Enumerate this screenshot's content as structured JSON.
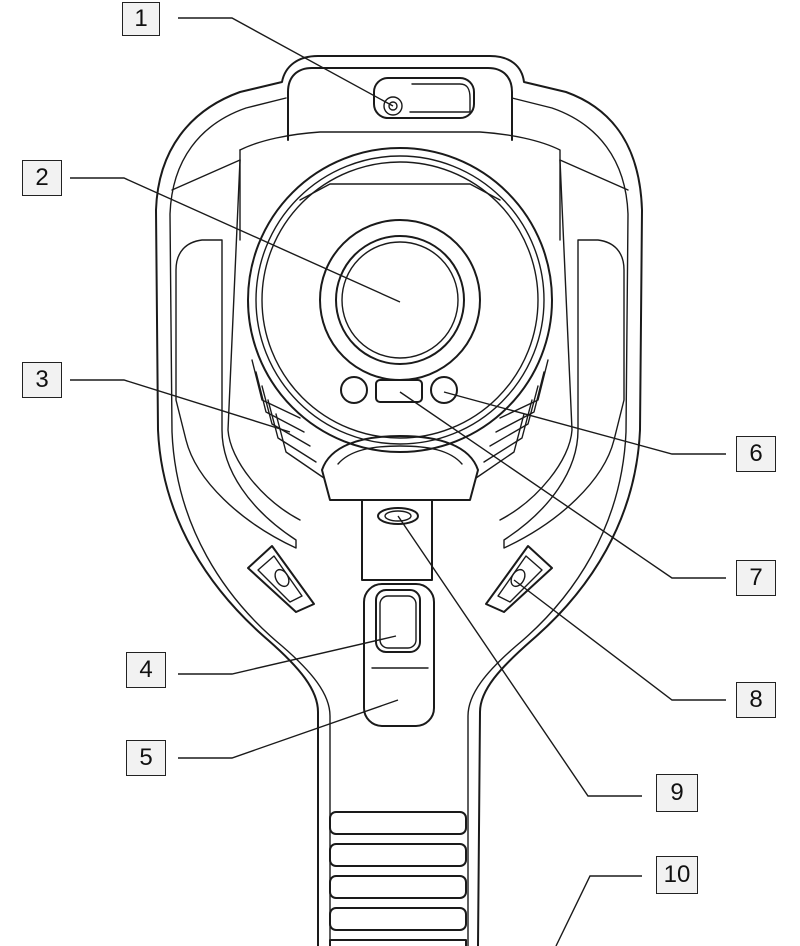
{
  "callouts": [
    {
      "id": "c1",
      "label": "1"
    },
    {
      "id": "c2",
      "label": "2"
    },
    {
      "id": "c3",
      "label": "3"
    },
    {
      "id": "c4",
      "label": "4"
    },
    {
      "id": "c5",
      "label": "5"
    },
    {
      "id": "c6",
      "label": "6"
    },
    {
      "id": "c7",
      "label": "7"
    },
    {
      "id": "c8",
      "label": "8"
    },
    {
      "id": "c9",
      "label": "9"
    },
    {
      "id": "c10",
      "label": "10"
    }
  ],
  "colors": {
    "line": "#1a1a1a",
    "box_fill": "#f2f2f2",
    "background": "#ffffff"
  }
}
